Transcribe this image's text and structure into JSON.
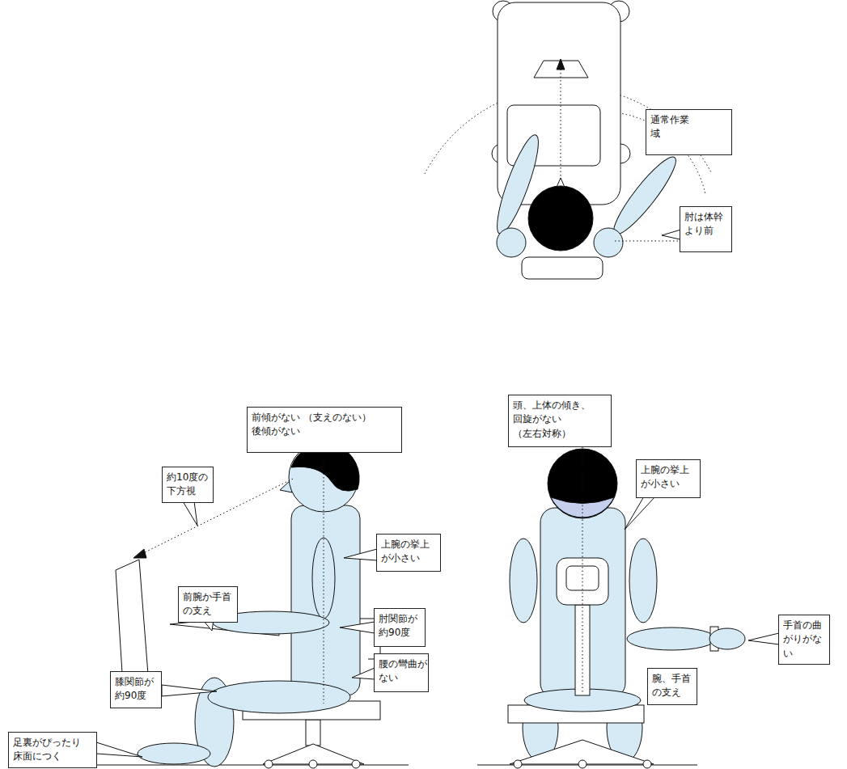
{
  "diagram": {
    "nodes": [
      {
        "text": [
          "通常作業 域"
        ]
      },
      {
        "text": [
          "肘は体幹 より前"
        ]
      },
      {
        "text": [
          "前傾がない （支えのない）後傾がない"
        ]
      },
      {
        "text": [
          "約10度の 下方視"
        ]
      },
      {
        "text": [
          "上腕の挙上 が小さい"
        ]
      },
      {
        "text": [
          "前腕か手首 の支え"
        ]
      },
      {
        "text": [
          "肘関節が 約90度"
        ]
      },
      {
        "text": [
          "腰の彎曲が ない"
        ]
      },
      {
        "text": [
          "膝関節が 約90度"
        ]
      },
      {
        "text": [
          "足裏がぴったり 床面につく"
        ]
      },
      {
        "text": [
          "頭、上体の傾き、 回旋がない （左右対称）"
        ]
      },
      {
        "text": [
          "上腕の挙上 が小さい"
        ]
      },
      {
        "text": [
          "手首の曲 がりがな い"
        ]
      },
      {
        "text": [
          "腕、手首 の支え"
        ]
      }
    ]
  }
}
